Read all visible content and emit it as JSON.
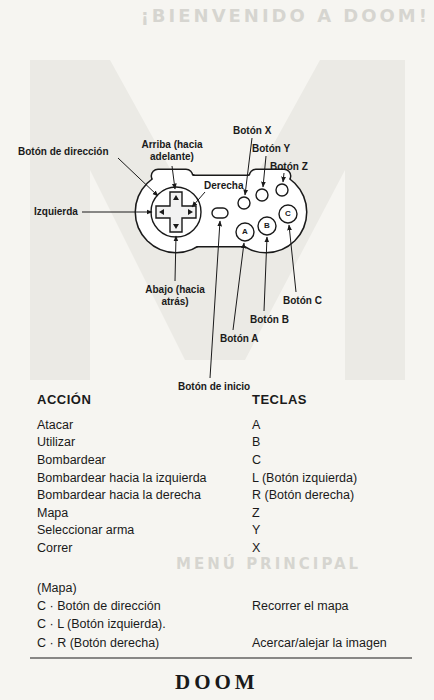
{
  "diagram": {
    "labels": [
      "¡BIENVENIDO A DOOM!",
      "MENÚ PRINCIPAL",
      "Botón X",
      "Botón Y",
      "Botón Z",
      "Arriba (hacia adelante)",
      "Botón de dirección",
      "Derecha",
      "Izquierda",
      "Abajo (hacia atrás)",
      "Botón de inicio",
      "Botón C",
      "Botón B",
      "Botón A",
      "A",
      "B",
      "C",
      "ACCIÓN",
      "TECLAS",
      "Atacar",
      "A",
      "Utilizar",
      "B",
      "Bombardear",
      "C",
      "Bombardear hacia la izquierda",
      "L (Botón izquierda)",
      "Bombardear hacia la derecha",
      "R (Botón derecha)",
      "Mapa",
      "Z",
      "Seleccionar arma",
      "Y",
      "Correr",
      "X",
      "(Mapa)",
      "C · Botón de dirección",
      "Recorrer el mapa",
      "C · L (Botón izquierda).",
      "C · R (Botón derecha)",
      "Acercar/alejar la imagen",
      "DOOM"
    ]
  }
}
